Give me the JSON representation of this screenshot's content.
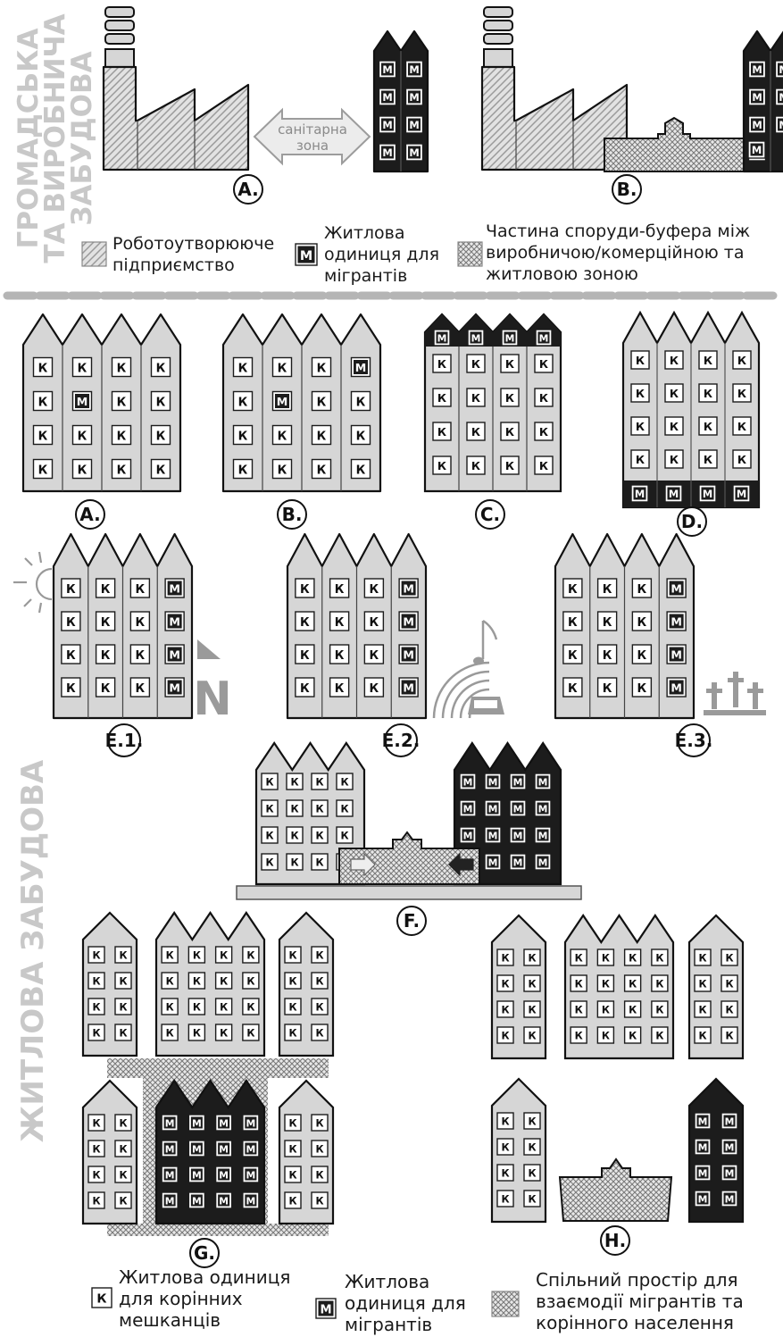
{
  "vertical_title_top": [
    "ГРОМАДСЬКА",
    "ТА ВИРОБНИЧА",
    "ЗАБУДОВА"
  ],
  "vertical_title_bottom": "ЖИТЛОВА  ЗАБУДОВА",
  "sanitary_zone": [
    "санітарна",
    "зона"
  ],
  "labels": {
    "A": "A.",
    "B": "B.",
    "C": "C.",
    "D": "D.",
    "E1": "E.1.",
    "E2": "E.2.",
    "E3": "E.3.",
    "F": "F.",
    "G": "G.",
    "H": "H."
  },
  "unit_letters": {
    "native": "К",
    "migrant": "М"
  },
  "legend_top": {
    "enterprise": [
      "Роботоутворююче",
      "підприємство"
    ],
    "migrant_unit": [
      "Житлова",
      "одиниця для",
      "мігрантів"
    ],
    "buffer": [
      "Частина споруди-буфера між",
      "виробничою/комерційною та",
      "житловою зоною"
    ]
  },
  "legend_bottom": {
    "native_unit": [
      "Житлова одиниця",
      "для корінних",
      "мешканців"
    ],
    "migrant_unit": [
      "Житлова",
      "одиниця для",
      "мігрантів"
    ],
    "shared": [
      "Спільний простір для",
      "взаємодії мігрантів та",
      "корінного населення"
    ]
  },
  "icons": [
    "sun-icon",
    "north-arrow-icon",
    "noise-car-icon",
    "cemetery-crosses-icon"
  ],
  "colors": {
    "light_fill": "#d6d6d6",
    "dark_fill": "#1c1c1c",
    "buffer_gray": "#cfcfcf",
    "muted_gray": "#c0c0c0"
  }
}
